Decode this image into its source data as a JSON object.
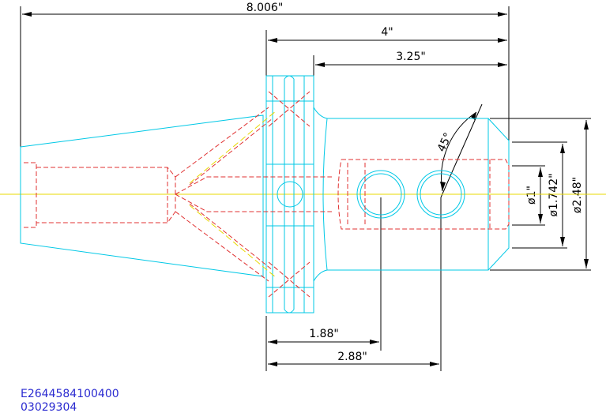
{
  "dimensions": {
    "overall_length": "8.006\"",
    "length_4": "4\"",
    "length_3_25": "3.25\"",
    "hole_1_offset": "1.88\"",
    "hole_2_offset": "2.88\"",
    "angle": "45°",
    "bore_diameter": "ø1\"",
    "body_diameter": "ø1.742\"",
    "outer_diameter": "ø2.48\""
  },
  "part_code": {
    "line1": "E2644584100400",
    "line2": "03029304"
  },
  "colors": {
    "outline": "#00c8e6",
    "hidden": "#e03030",
    "centerline": "#e8d800",
    "dimension": "#000000",
    "code": "#2a2ad0"
  }
}
